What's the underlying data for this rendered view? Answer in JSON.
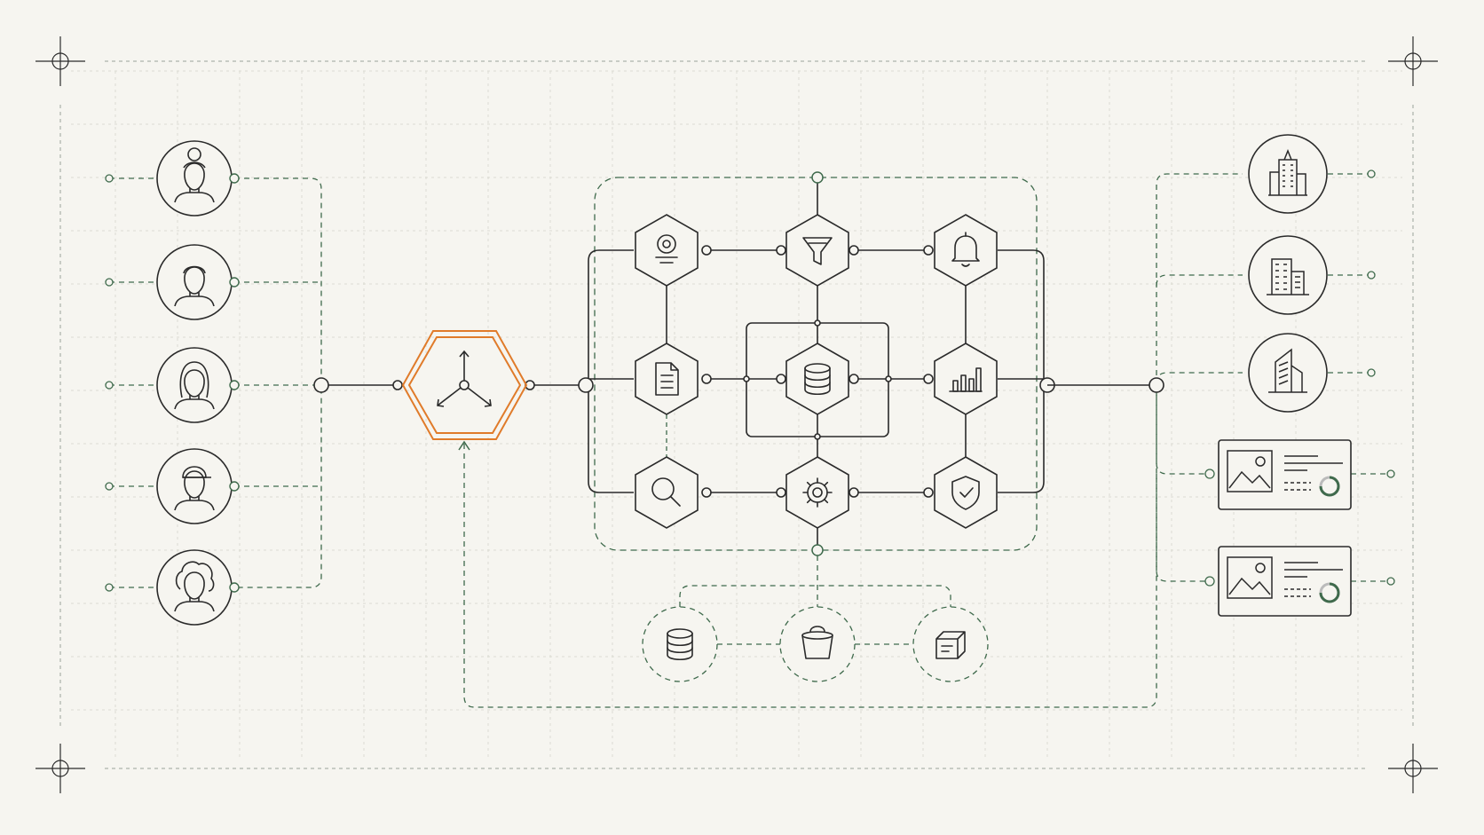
{
  "colors": {
    "background": "#f6f5f0",
    "grid": "#dcdcd3",
    "line": "#2a2a2a",
    "dashed": "#3f6a4c",
    "accent": "#e07b2a"
  },
  "users": [
    {
      "name": "user-woman-bun",
      "icon": "person-icon"
    },
    {
      "name": "user-man",
      "icon": "person-icon"
    },
    {
      "name": "user-woman-long-hair",
      "icon": "person-icon"
    },
    {
      "name": "user-man-cap",
      "icon": "person-icon"
    },
    {
      "name": "user-curly-hair",
      "icon": "person-icon"
    }
  ],
  "router": {
    "icon": "split-arrows-icon"
  },
  "services": [
    {
      "icon": "webcam-icon"
    },
    {
      "icon": "filter-funnel-icon"
    },
    {
      "icon": "bell-icon"
    },
    {
      "icon": "document-icon"
    },
    {
      "icon": "database-icon"
    },
    {
      "icon": "bar-chart-icon"
    },
    {
      "icon": "search-icon"
    },
    {
      "icon": "gear-icon"
    },
    {
      "icon": "shield-check-icon"
    }
  ],
  "storage": [
    {
      "icon": "database-icon"
    },
    {
      "icon": "bucket-icon"
    },
    {
      "icon": "archive-box-icon"
    }
  ],
  "outputs": [
    {
      "icon": "building-tower-icon"
    },
    {
      "icon": "building-office-icon"
    },
    {
      "icon": "building-modern-icon"
    },
    {
      "icon": "image-card-icon"
    },
    {
      "icon": "image-card-icon"
    }
  ]
}
